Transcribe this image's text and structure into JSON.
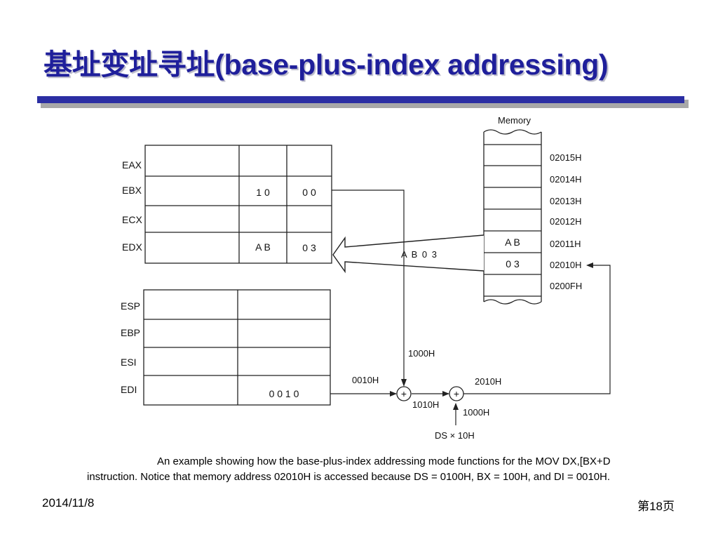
{
  "slide": {
    "title": "基址变址寻址(base-plus-index addressing)",
    "footer_date": "2014/11/8",
    "page_number": "第18页"
  },
  "diagram": {
    "memory_label": "Memory",
    "registers_top": [
      {
        "name": "EAX",
        "hi": "",
        "lo": ""
      },
      {
        "name": "EBX",
        "hi": "1 0",
        "lo": "0 0"
      },
      {
        "name": "ECX",
        "hi": "",
        "lo": ""
      },
      {
        "name": "EDX",
        "hi": "A B",
        "lo": "0 3"
      }
    ],
    "registers_bottom": [
      {
        "name": "ESP",
        "value": ""
      },
      {
        "name": "EBP",
        "value": ""
      },
      {
        "name": "ESI",
        "value": ""
      },
      {
        "name": "EDI",
        "value": "0 0 1 0"
      }
    ],
    "memory_addresses": [
      "02015H",
      "02014H",
      "02013H",
      "02012H",
      "02011H",
      "02010H",
      "0200FH"
    ],
    "memory_values": [
      "",
      "",
      "",
      "",
      "A B",
      "0 3",
      ""
    ],
    "transfer_label": "A B 0 3",
    "labels": {
      "bx_value": "1000H",
      "di_value": "0010H",
      "sum1": "1010H",
      "sum2": "2010H",
      "ds_value": "1000H",
      "ds_label": "DS × 10H"
    },
    "adder_symbol": "+",
    "caption_line1": "An example showing how the base-plus-index addressing mode functions for the MOV DX,[BX+D",
    "caption_line2": "instruction. Notice that memory address 02010H is accessed because DS = 0100H, BX = 100H, and DI = 0010H."
  }
}
